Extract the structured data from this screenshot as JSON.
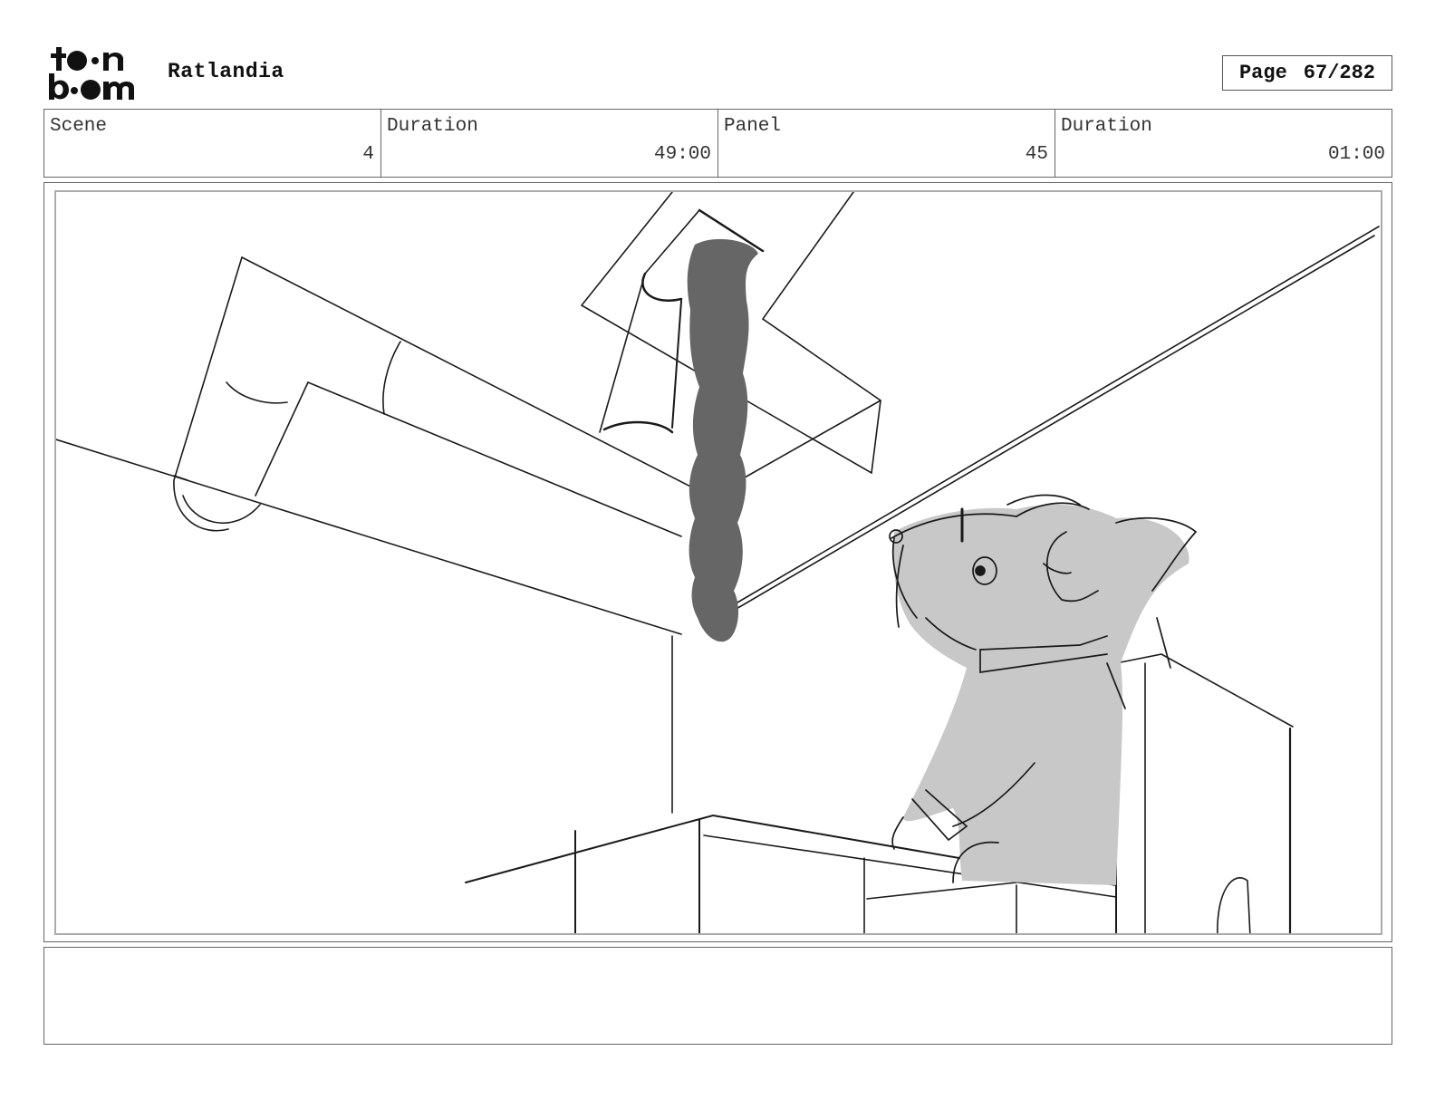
{
  "header": {
    "project_title": "Ratlandia",
    "page_label": "Page",
    "page_number": "67/282"
  },
  "info": {
    "scene_label": "Scene",
    "scene_value": "4",
    "scene_duration_label": "Duration",
    "scene_duration_value": "49:00",
    "panel_label": "Panel",
    "panel_value": "45",
    "panel_duration_label": "Duration",
    "panel_duration_value": "01:00"
  },
  "notes": {
    "text": ""
  },
  "colors": {
    "sketch_line": "#1a1a1a",
    "rat_fill": "#c8c8c8",
    "tail_fill": "#666666"
  }
}
